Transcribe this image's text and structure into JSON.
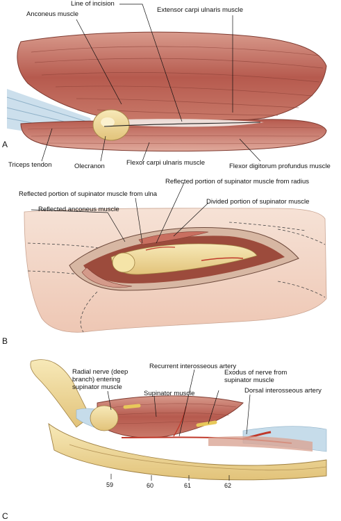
{
  "panels": [
    "A",
    "B",
    "C"
  ],
  "panel_a": {
    "labels": {
      "line_of_incision": "Line of incision",
      "anconeus": "Anconeus muscle",
      "extensor_carpi_ulnaris": "Extensor carpi ulnaris muscle",
      "triceps_tendon": "Triceps tendon",
      "olecranon": "Olecranon",
      "flexor_carpi_ulnaris": "Flexor carpi ulnaris muscle",
      "flexor_digitorum_profundus": "Flexor digitorum profundus muscle"
    }
  },
  "panel_b": {
    "labels": {
      "reflected_supinator_ulna": "Reflected portion of supinator muscle from ulna",
      "reflected_supinator_radius": "Reflected portion of supinator muscle from radius",
      "reflected_anconeus": "Reflected anconeus muscle",
      "divided_supinator": "Divided portion of supinator muscle"
    }
  },
  "panel_c": {
    "labels": {
      "recurrent_interosseous": "Recurrent interosseous artery",
      "radial_nerve": "Radial nerve (deep branch) entering supinator muscle",
      "exodus_nerve": "Exodus of nerve from supinator muscle",
      "supinator": "Supinator muscle",
      "dorsal_interosseous": "Dorsal interosseous artery"
    },
    "scale_numbers": [
      "59",
      "60",
      "61",
      "62"
    ]
  },
  "colors": {
    "muscle": "#b65a4e",
    "muscle_light": "#d78a7a",
    "bone": "#f0dc9a",
    "tendon": "#c6dcea",
    "skin": "#f3d7c9"
  }
}
